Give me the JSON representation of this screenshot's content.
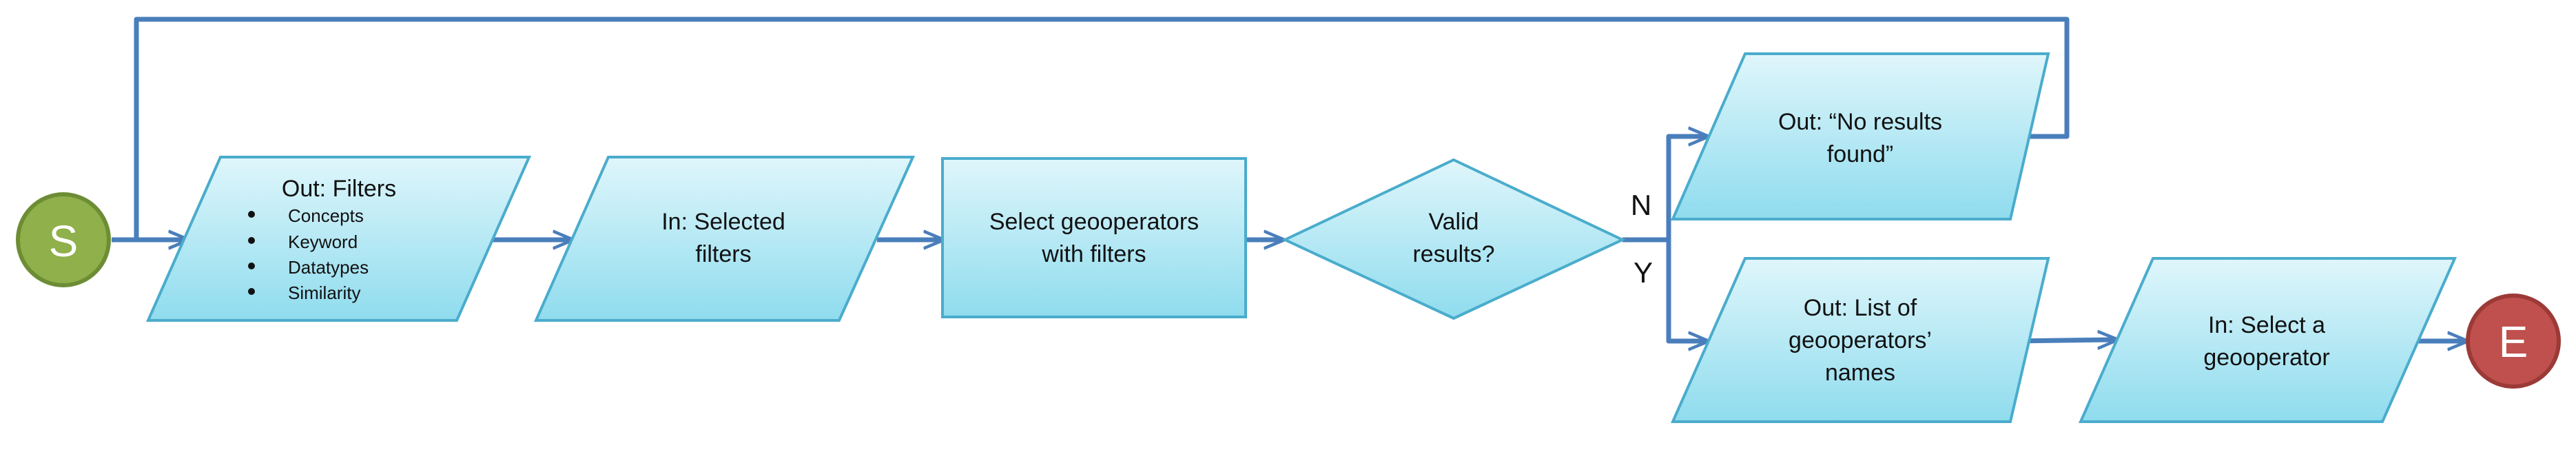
{
  "colors": {
    "shape_fill_top": "#dff6fb",
    "shape_fill_bottom": "#8fdcee",
    "shape_stroke": "#4aaccc",
    "connector": "#4a7ebb",
    "start_fill": "#8fb04a",
    "start_stroke": "#6d8d35",
    "end_fill": "#c0504d",
    "end_stroke": "#9b3a37"
  },
  "nodes": {
    "start": {
      "label": "S"
    },
    "filters": {
      "title": "Out: Filters",
      "bullets": [
        "Concepts",
        "Keyword",
        "Datatypes",
        "Similarity"
      ]
    },
    "selected_filters": {
      "lines": [
        "In: Selected",
        "filters"
      ]
    },
    "select_geooperators": {
      "lines": [
        "Select geooperators",
        "with filters"
      ]
    },
    "valid_results": {
      "lines": [
        "Valid",
        "results?"
      ]
    },
    "no_results": {
      "lines": [
        "Out: “No results",
        "found”"
      ]
    },
    "list_names": {
      "lines": [
        "Out: List of",
        "geooperators’",
        "names"
      ]
    },
    "select_one": {
      "lines": [
        "In: Select a",
        "geooperator"
      ]
    },
    "end": {
      "label": "E"
    }
  },
  "branch_labels": {
    "no": "N",
    "yes": "Y"
  }
}
